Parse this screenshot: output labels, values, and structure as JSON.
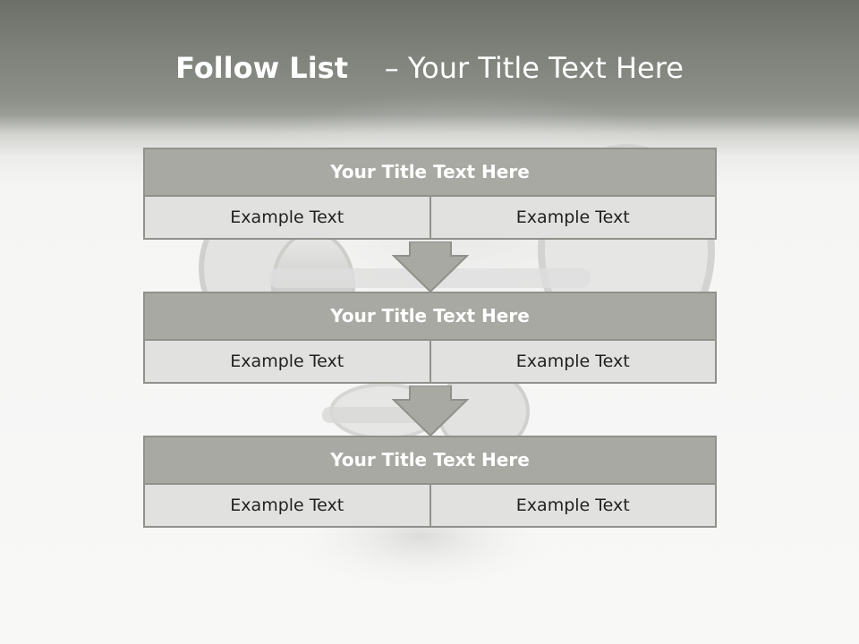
{
  "header": {
    "title_bold": "Follow List",
    "title_rest": "– Your Title Text Here"
  },
  "blocks": [
    {
      "title": "Your Title Text Here",
      "left_text": "Example Text",
      "right_text": "Example Text"
    },
    {
      "title": "Your Title Text Here",
      "left_text": "Example Text",
      "right_text": "Example Text"
    },
    {
      "title": "Your Title Text Here",
      "left_text": "Example Text",
      "right_text": "Example Text"
    }
  ],
  "colors": {
    "header_band": "#7f827b",
    "block_title_fill": "#a7a9a2",
    "cell_fill": "#e1e1df",
    "border": "#8f918b",
    "arrow_fill": "#a7a9a2"
  },
  "icons": [
    "down-arrow-icon",
    "down-arrow-icon"
  ]
}
